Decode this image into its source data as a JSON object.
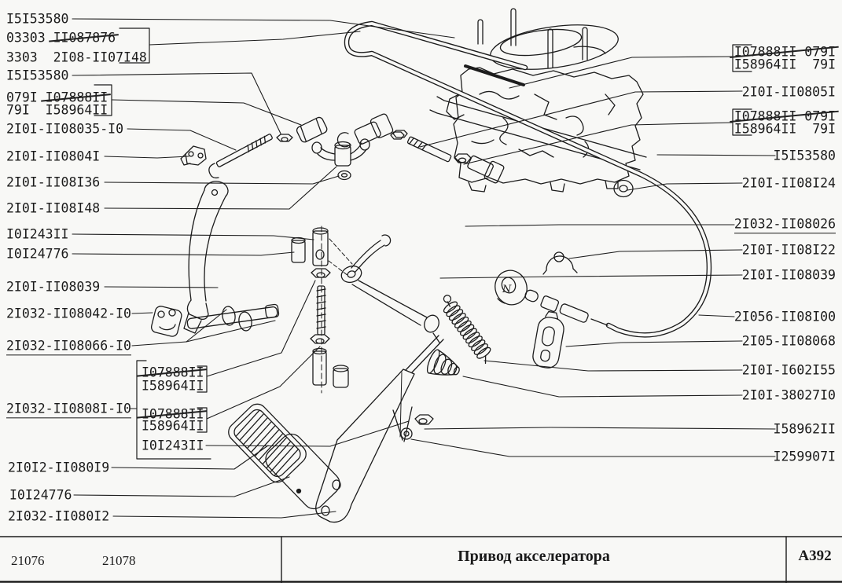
{
  "sheet": {
    "title": "Привод акселератора",
    "page_code": "A392",
    "model_codes": [
      "21076",
      "21078"
    ]
  },
  "diagram": {
    "seal_mark": "N"
  },
  "labels": {
    "left": [
      {
        "t1": "I5I53580"
      },
      {
        "t1": "03303 ",
        "t2": "II087876"
      },
      {
        "t1": "3303  2I08-II07I48"
      },
      {
        "t1": "I5I53580"
      },
      {
        "t1": "079I ",
        "t2": "I07888II"
      },
      {
        "t1": "79I  I58964II"
      },
      {
        "t1": "2I0I-II08035-I0"
      },
      {
        "t1": "2I0I-II0804I"
      },
      {
        "t1": "2I0I-II08I36"
      },
      {
        "t1": "2I0I-II08I48"
      },
      {
        "t1": "I0I243II"
      },
      {
        "t1": "I0I24776"
      },
      {
        "t1": "2I0I-II08039"
      },
      {
        "t1": "2I032-II08042-I0"
      },
      {
        "t1": "2I032-II08066-I0"
      },
      {
        "t1": "2I032-II0808I-I0"
      },
      {
        "t1": "2I0I2-II080I9"
      },
      {
        "t1": "I0I24776"
      },
      {
        "t1": "2I032-II080I2"
      }
    ],
    "mid": [
      {
        "t1": "I07888II"
      },
      {
        "t1": "I58964II"
      },
      {
        "t1": "I07888II"
      },
      {
        "t1": "I58964II"
      },
      {
        "t1": "I0I243II"
      }
    ],
    "right": [
      {
        "t1": "I07888II 079I"
      },
      {
        "t1": "I58964II  79I"
      },
      {
        "t1": "2I0I-II0805I"
      },
      {
        "t1": "I07888II 079I"
      },
      {
        "t1": "I58964II  79I"
      },
      {
        "t1": "I5I53580"
      },
      {
        "t1": "2I0I-II08I24"
      },
      {
        "t1": "2I032-II08026"
      },
      {
        "t1": "2I0I-II08I22"
      },
      {
        "t1": "2I0I-II08039"
      },
      {
        "t1": "2I056-II08I00"
      },
      {
        "t1": "2I05-II08068"
      },
      {
        "t1": "2I0I-I602I55"
      },
      {
        "t1": "2I0I-38027I0"
      },
      {
        "t1": "I58962II"
      },
      {
        "t1": "I259907I"
      }
    ]
  }
}
